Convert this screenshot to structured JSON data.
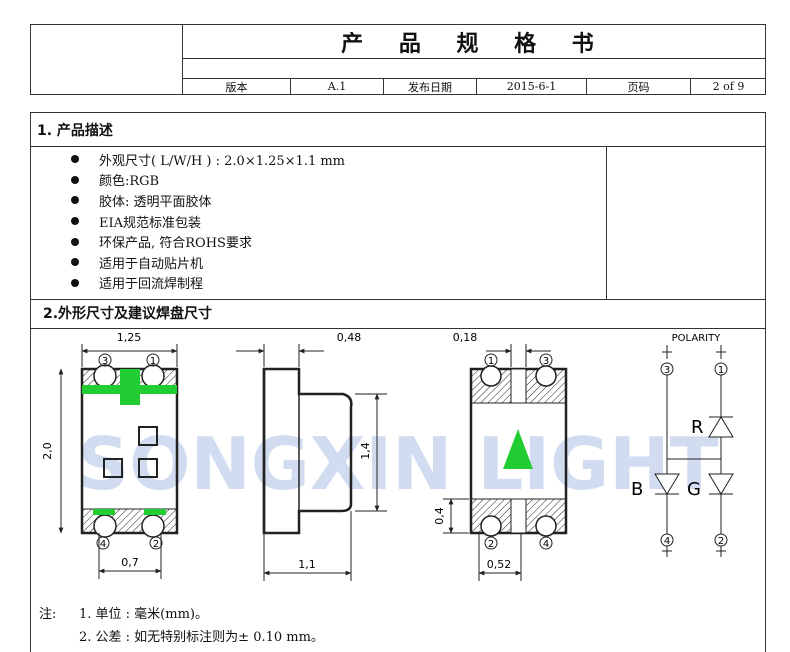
{
  "header": {
    "title": "产 品 规 格 书",
    "version_label": "版本",
    "version_value": "A.1",
    "date_label": "发布日期",
    "date_value": "2015-6-1",
    "page_label": "页码",
    "page_value": "2 of 9"
  },
  "section1": {
    "title": "1. 产品描述",
    "items": [
      "外观尺寸( L/W/H ) : 2.0×1.25×1.1 mm",
      "颜色:RGB",
      "胶体: 透明平面胶体",
      "EIA规范标准包装",
      "环保产品, 符合ROHS要求",
      "适用于自动贴片机",
      "适用于回流焊制程"
    ]
  },
  "section2": {
    "title": "2.外形尺寸及建议焊盘尺寸",
    "watermark": "SONGXIN LIGHT",
    "dims": {
      "w_top": "1,25",
      "height": "2,0",
      "pad_gap": "0,7",
      "side_top": "0,48",
      "side_h": "1,4",
      "side_len": "1,1",
      "back_top": "0,18",
      "back_pad": "0,4",
      "back_bottom": "0,52"
    },
    "pins": {
      "p1": "1",
      "p2": "2",
      "p3": "3",
      "p4": "4"
    },
    "polarity": {
      "label": "POLARITY",
      "r": "R",
      "g": "G",
      "b": "B"
    },
    "colors": {
      "green": "#22cc33",
      "watermark": "#c9d6ee"
    }
  },
  "notes": {
    "prefix": "注:",
    "line1": "1. 单位 : 毫米(mm)。",
    "line2": "2. 公差 : 如无特别标注则为± 0.10 mm。"
  }
}
